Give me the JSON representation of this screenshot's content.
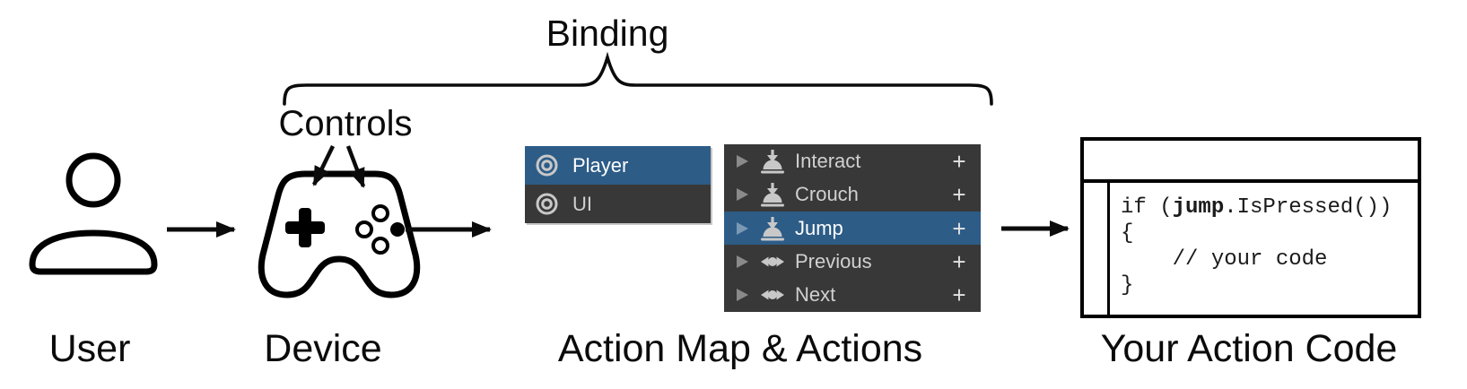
{
  "diagram": {
    "binding_label": "Binding",
    "controls_label": "Controls",
    "stages": {
      "user": "User",
      "device": "Device",
      "actions": "Action Map & Actions",
      "code": "Your Action Code"
    }
  },
  "action_map_panel": {
    "rows": [
      {
        "label": "Player",
        "selected": true
      },
      {
        "label": "UI",
        "selected": false
      }
    ]
  },
  "actions_panel": {
    "rows": [
      {
        "label": "Interact",
        "control_type": "button",
        "selected": false,
        "add_label": "+"
      },
      {
        "label": "Crouch",
        "control_type": "button",
        "selected": false,
        "add_label": "+"
      },
      {
        "label": "Jump",
        "control_type": "button",
        "selected": true,
        "add_label": "+"
      },
      {
        "label": "Previous",
        "control_type": "axis",
        "selected": false,
        "add_label": "+"
      },
      {
        "label": "Next",
        "control_type": "axis",
        "selected": false,
        "add_label": "+"
      }
    ]
  },
  "code_panel": {
    "line1_pre": "if (",
    "line1_bold": "jump",
    "line1_post": ".IsPressed())",
    "line2": "{",
    "line3": "    // your code",
    "line4": "}"
  },
  "colors": {
    "selection_blue": "#2d5c87",
    "panel_dark": "#383838",
    "row_text": "#d0d0d0",
    "row_text_selected": "#ffffff",
    "icon_gray": "#c8c8c8",
    "foldout_gray": "#8a8a8a",
    "foldout_selected": "#7b99b5"
  }
}
